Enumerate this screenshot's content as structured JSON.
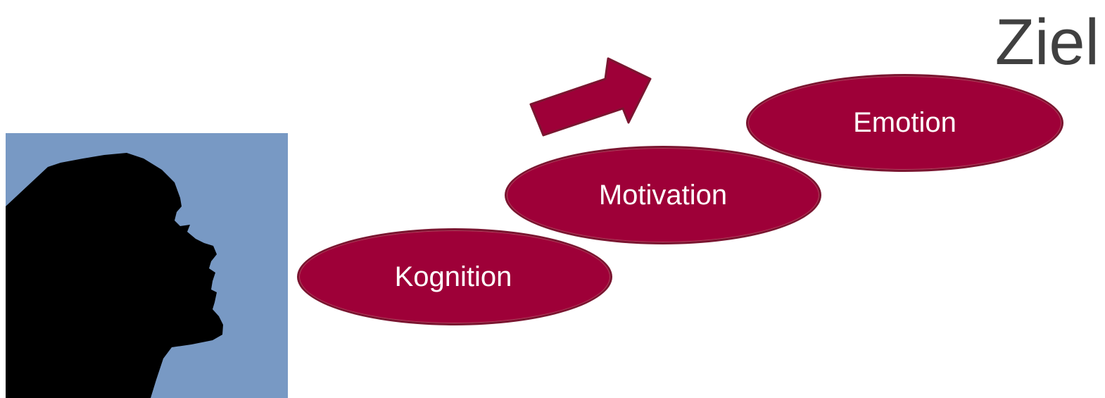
{
  "title": "Ziel",
  "steps": [
    {
      "label": "Kognition"
    },
    {
      "label": "Motivation"
    },
    {
      "label": "Emotion"
    }
  ],
  "colors": {
    "ellipse_fill": "#9e0038",
    "ellipse_border": "#7a1530",
    "arrow_fill": "#9e0038",
    "silhouette_bg": "#7899c4",
    "silhouette": "#000000",
    "title": "#404040"
  },
  "icons": [
    "head-silhouette-icon",
    "arrow-up-right-icon"
  ]
}
